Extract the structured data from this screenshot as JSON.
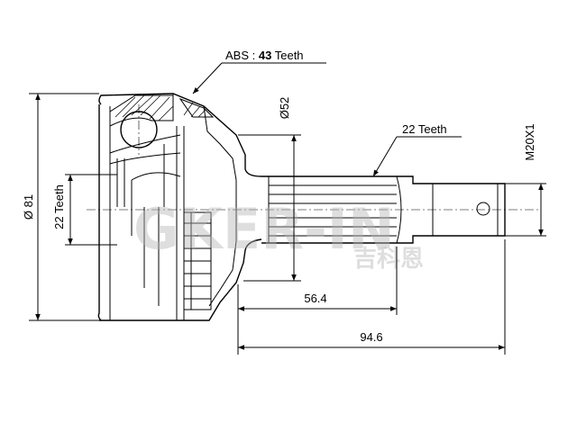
{
  "labels": {
    "abs_prefix": "ABS :",
    "abs_count": "43",
    "abs_suffix": "Teeth",
    "outer_diameter": "Ø 81",
    "inner_teeth": "22 Teeth",
    "seal_diameter": "Ø52",
    "shaft_teeth": "22 Teeth",
    "thread": "M20X1",
    "dim_mid": "56.4",
    "dim_total": "94.6"
  },
  "watermark": {
    "text": "GKER-IN",
    "cn": "吉科恩"
  },
  "colors": {
    "line": "#000000",
    "watermark": "#b8b8b8",
    "background": "#ffffff"
  }
}
